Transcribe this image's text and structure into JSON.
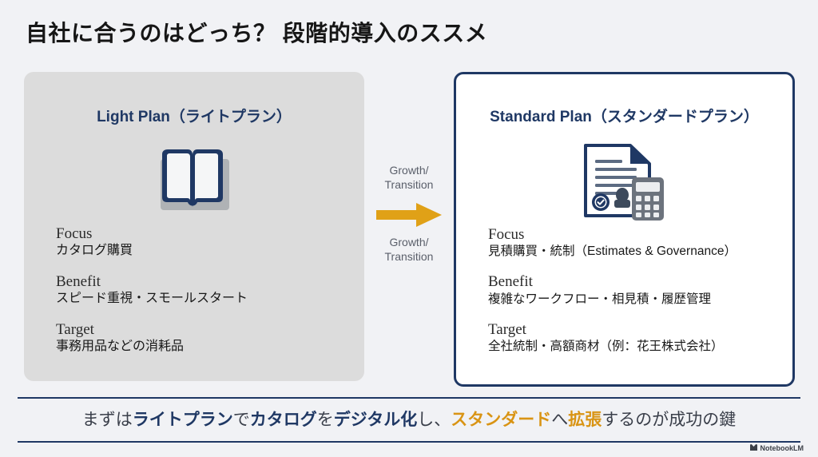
{
  "title": "自社に合うのはどっち？ 段階的導入のススメ",
  "colors": {
    "background": "#f1f2f5",
    "navy": "#1f3864",
    "orange": "#d99414",
    "card_left_bg": "#dcdcdc",
    "card_right_bg": "#ffffff",
    "body_text": "#181818",
    "muted_text": "#5a5f6a"
  },
  "cards": [
    {
      "id": "light-plan",
      "plan_title": "Light Plan（ライトプラン）",
      "icon": "open-book-icon",
      "details": [
        {
          "label": "Focus",
          "value": "カタログ購買"
        },
        {
          "label": "Benefit",
          "value": "スピード重視・スモールスタート"
        },
        {
          "label": "Target",
          "value": "事務用品などの消耗品"
        }
      ]
    },
    {
      "id": "standard-plan",
      "plan_title": "Standard Plan（スタンダードプラン）",
      "icon": "document-calculator-icon",
      "details": [
        {
          "label": "Focus",
          "value": "見積購買・統制（Estimates & Governance）"
        },
        {
          "label": "Benefit",
          "value": "複雑なワークフロー・相見積・履歴管理"
        },
        {
          "label": "Target",
          "value": "全社統制・高額商材（例：花王株式会社）"
        }
      ]
    }
  ],
  "transition": {
    "label_top": "Growth/\nTransition",
    "label_bottom": "Growth/\nTransition",
    "arrow_icon": "arrow-right-icon"
  },
  "banner": {
    "segments": [
      {
        "text": "まずは",
        "style": "plain"
      },
      {
        "text": "ライトプラン",
        "style": "navy"
      },
      {
        "text": "で",
        "style": "plain"
      },
      {
        "text": "カタログ",
        "style": "navy"
      },
      {
        "text": "を",
        "style": "plain"
      },
      {
        "text": "デジタル化",
        "style": "navy"
      },
      {
        "text": "し、",
        "style": "plain"
      },
      {
        "text": "スタンダード",
        "style": "orange"
      },
      {
        "text": "へ",
        "style": "plain"
      },
      {
        "text": "拡張",
        "style": "orange"
      },
      {
        "text": "するのが成功の鍵",
        "style": "plain"
      }
    ],
    "seg0": "まずは",
    "seg1": "ライトプラン",
    "seg2": "で",
    "seg3": "カタログ",
    "seg4": "を",
    "seg5": "デジタル化",
    "seg6": "し、",
    "seg7": "スタンダード",
    "seg8": "へ",
    "seg9": "拡張",
    "seg10": "するのが成功の鍵"
  },
  "watermark": {
    "label": "NotebookLM",
    "icon": "notebooklm-logo-icon"
  }
}
